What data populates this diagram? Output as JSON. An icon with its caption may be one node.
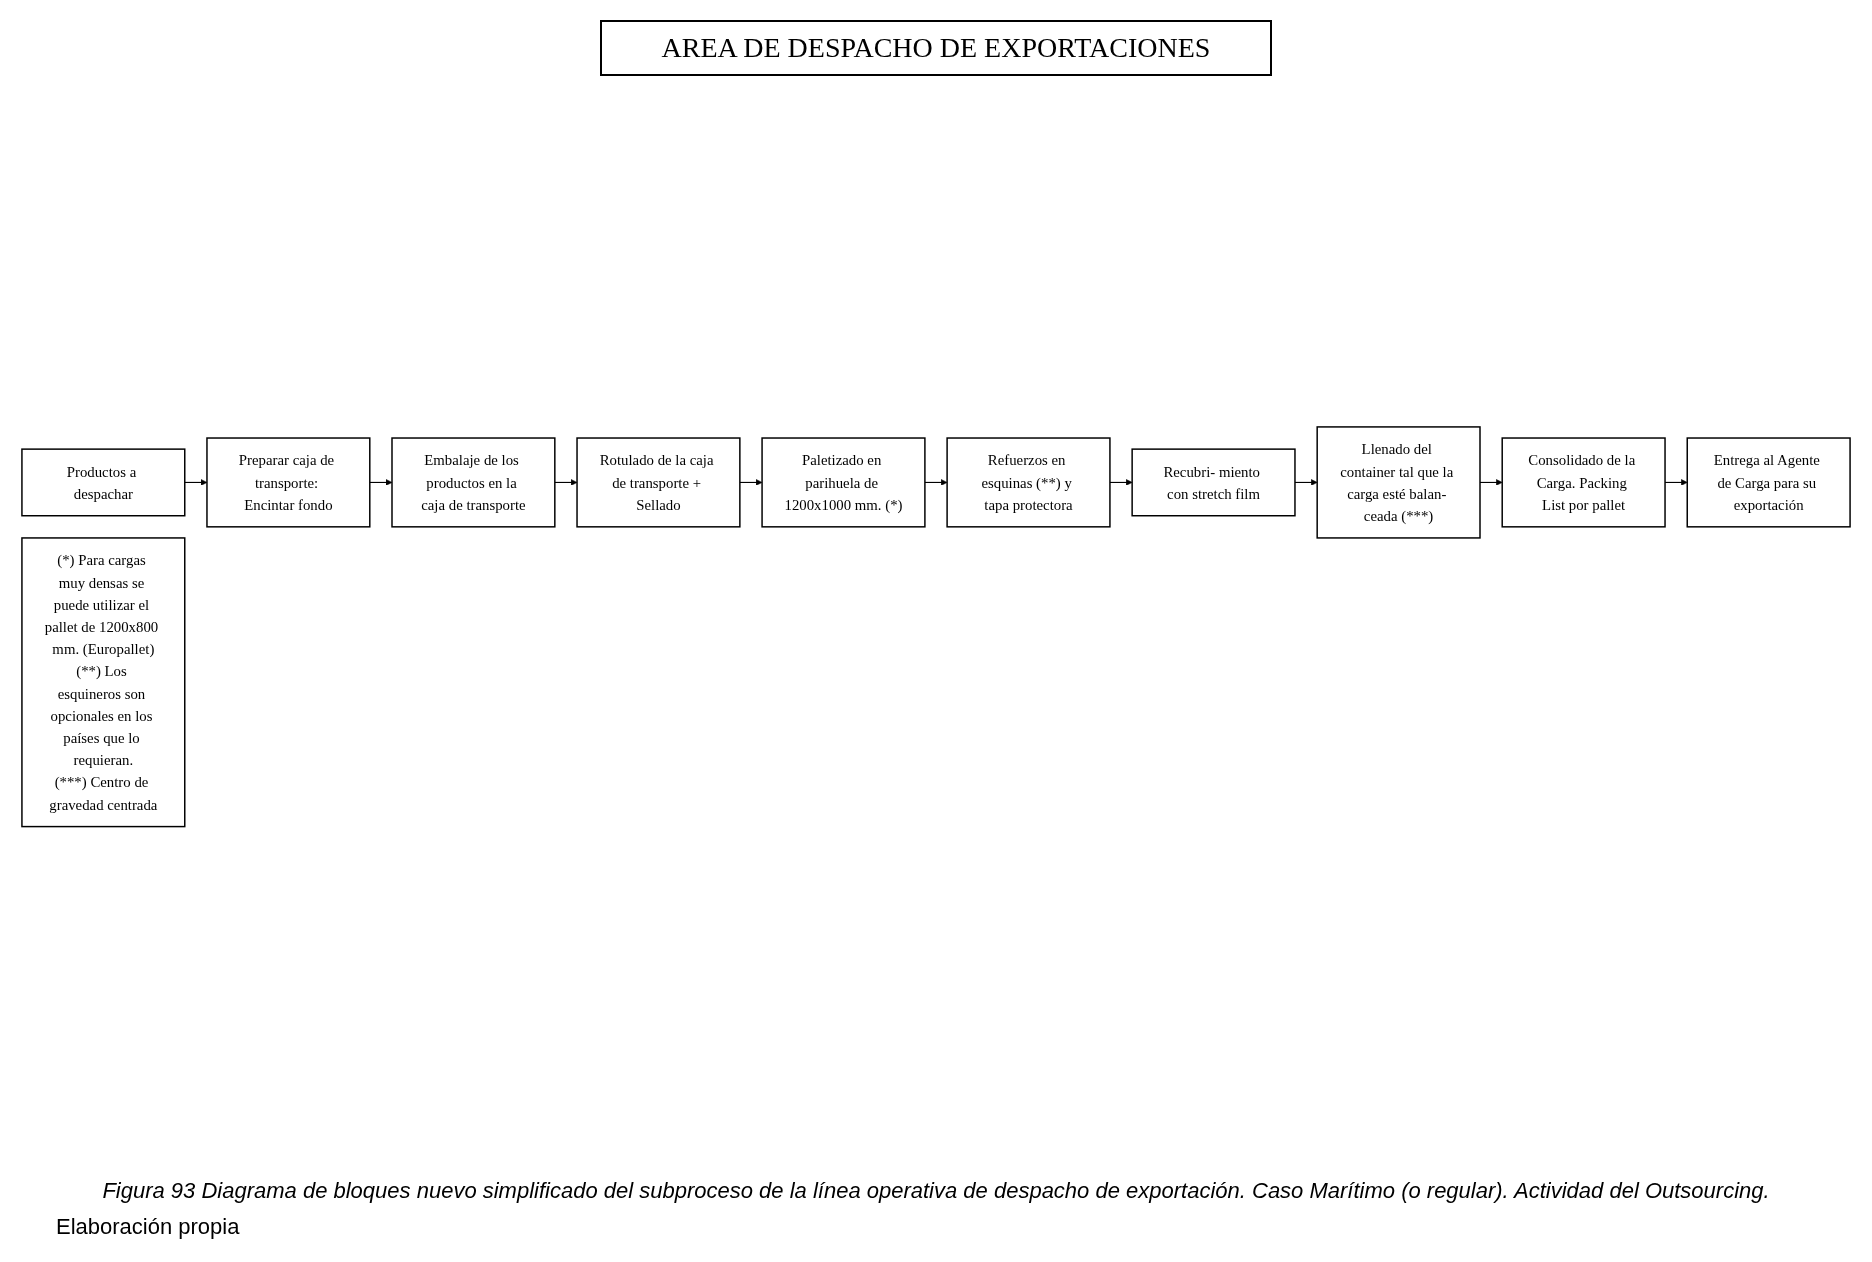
{
  "diagram": {
    "title": "AREA DE DESPACHO DE EXPORTACIONES",
    "caption": "Figura 93 Diagrama de bloques nuevo simplificado del subproceso de la línea operativa de despacho de exportación. Caso Marítimo (o regular). Actividad del Outsourcing.",
    "nodes": [
      {
        "text": [
          "Productos a despachar"
        ]
      },
      {
        "text": [
          "Preparar caja de transporte: Encintar fondo"
        ]
      },
      {
        "text": [
          "Embalaje de los productos en la caja de transporte"
        ]
      },
      {
        "text": [
          "Rotulado de la caja de transporte + Sellado"
        ]
      },
      {
        "text": [
          "Paletizado en parihuela de 1200x1000 mm. (*)"
        ]
      },
      {
        "text": [
          "Refuerzos en esquinas (**) y tapa protectora"
        ]
      },
      {
        "text": [
          "Recubri- miento con stretch film"
        ]
      },
      {
        "text": [
          "Llenado del container tal que la carga esté balan- ceada (***)"
        ]
      },
      {
        "text": [
          "Consolidado de la Carga. Packing List por pallet"
        ]
      },
      {
        "text": [
          "Entrega al Agente de Carga para su exportación"
        ]
      },
      {
        "text": [
          "(*) Para cargas muy densas se puede utilizar el pallet de 1200x800 mm. (Europallet)",
          "(**) Los esquineros son opcionales en los países que lo requieran.",
          "(***) Centro de gravedad centrada"
        ]
      }
    ],
    "edges": [
      {
        "from": 0,
        "to": 1,
        "arrow": "to"
      },
      {
        "from": 1,
        "to": 2,
        "arrow": "to"
      },
      {
        "from": 2,
        "to": 3,
        "arrow": "to"
      },
      {
        "from": 3,
        "to": 4,
        "arrow": "to"
      },
      {
        "from": 4,
        "to": 5,
        "arrow": "to"
      },
      {
        "from": 5,
        "to": 6,
        "arrow": "to"
      },
      {
        "from": 6,
        "to": 7,
        "arrow": "to"
      },
      {
        "from": 7,
        "to": 8,
        "arrow": "to"
      },
      {
        "from": 8,
        "to": 9,
        "arrow": "to"
      }
    ],
    "labels": [
      "Elaboración propia"
    ]
  }
}
